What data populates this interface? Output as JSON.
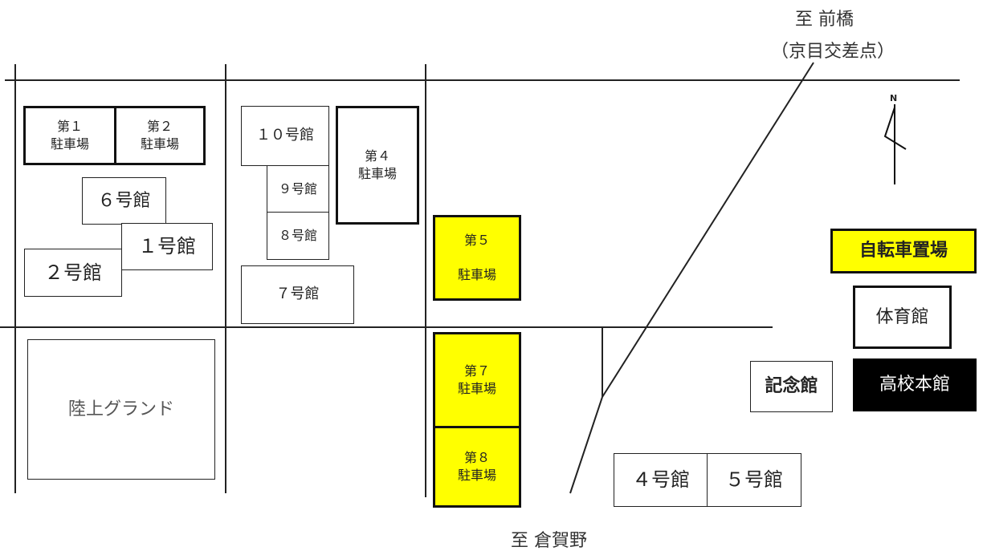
{
  "directions": {
    "north_dest": "至 前橋",
    "north_sub": "（京目交差点）",
    "south_dest": "至 倉賀野",
    "compass": "N"
  },
  "parking": {
    "p1": "第１\n駐車場",
    "p2": "第２\n駐車場",
    "p4": "第４\n駐車場",
    "p5": "第５\n\n駐車場",
    "p7": "第７\n駐車場",
    "p8": "第８\n駐車場",
    "bicycle": "自転車置場"
  },
  "buildings": {
    "b10": "１０号館",
    "b9": "９号館",
    "b8": "８号館",
    "b7": "７号館",
    "b6": "６号館",
    "b1": "１号館",
    "b2": "２号館",
    "b4": "４号館",
    "b5": "５号館",
    "gym": "体育館",
    "memorial": "記念館",
    "main": "高校本館",
    "ground": "陸上グランド"
  },
  "colors": {
    "highlight": "#ffff00",
    "main_building": "#000000",
    "line": "#222222"
  }
}
